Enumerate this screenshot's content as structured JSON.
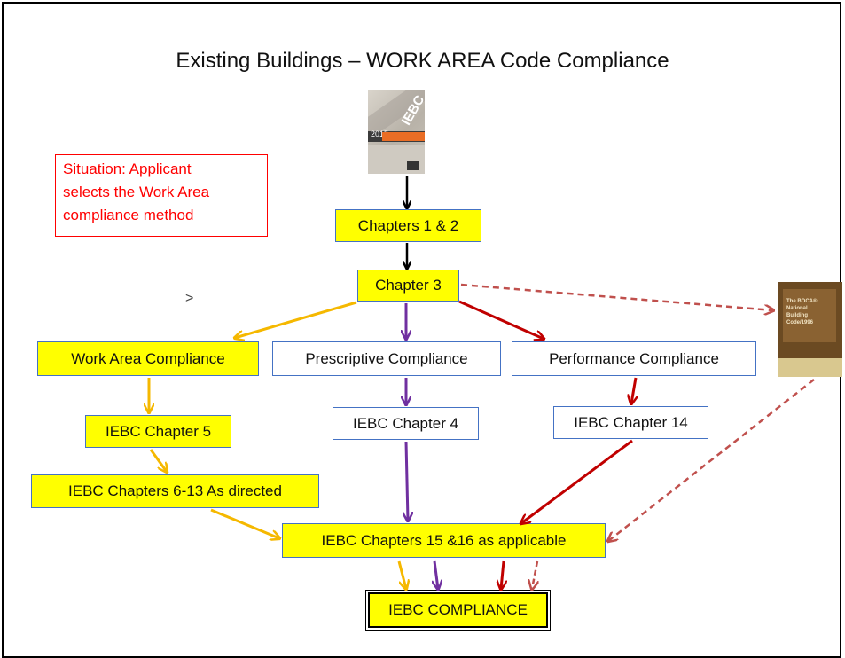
{
  "title": "Existing Buildings – WORK AREA Code Compliance",
  "situation": "Situation:  Applicant\nselects the Work Area\ncompliance method",
  "stray_mark": ">",
  "book_iebc": {
    "brand": "IEBC",
    "year": "2015"
  },
  "book_boca": {
    "text": "The BOCA® National Building Code/1996"
  },
  "nodes": {
    "ch12": "Chapters 1 & 2",
    "ch3": "Chapter 3",
    "work_area": "Work Area Compliance",
    "prescriptive": "Prescriptive Compliance",
    "performance": "Performance Compliance",
    "iebc5": "IEBC Chapter 5",
    "iebc4": "IEBC Chapter 4",
    "iebc14": "IEBC Chapter 14",
    "iebc6_13": "IEBC Chapters 6-13 As directed",
    "iebc15_16": "IEBC Chapters 15 &16 as applicable",
    "final": "IEBC COMPLIANCE"
  },
  "colors": {
    "work_area_path": "#f5b800",
    "prescriptive_path": "#7030a0",
    "performance_path": "#c00000",
    "boca_path": "#c0504d",
    "box_fill": "#ffff00",
    "box_border": "#4472c4",
    "situation_text": "#ff0000"
  }
}
